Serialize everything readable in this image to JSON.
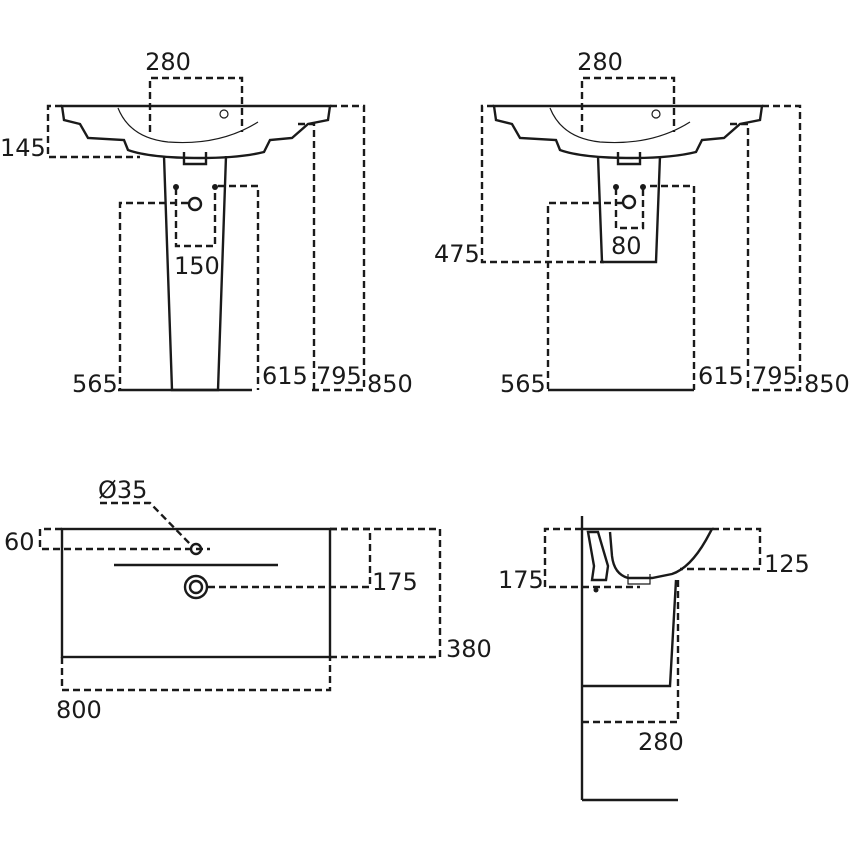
{
  "views": {
    "front_full": {
      "labels": {
        "tap_spacing": "280",
        "basin_height": "145",
        "pipe_spacing": "150",
        "waste_height": "565",
        "supply_height": "615",
        "rim_height": "795",
        "total_height": "850"
      }
    },
    "front_semi": {
      "labels": {
        "tap_spacing": "280",
        "pedestal_height": "475",
        "pipe_spacing": "80",
        "waste_height": "565",
        "supply_height": "615",
        "rim_height": "795",
        "total_height": "850"
      }
    },
    "top": {
      "labels": {
        "tap_hole_diameter": "Ø35",
        "tap_offset": "60",
        "waste_offset": "175",
        "depth": "380",
        "width": "800"
      }
    },
    "side": {
      "labels": {
        "height": "175",
        "rim": "125",
        "depth": "280"
      }
    }
  }
}
